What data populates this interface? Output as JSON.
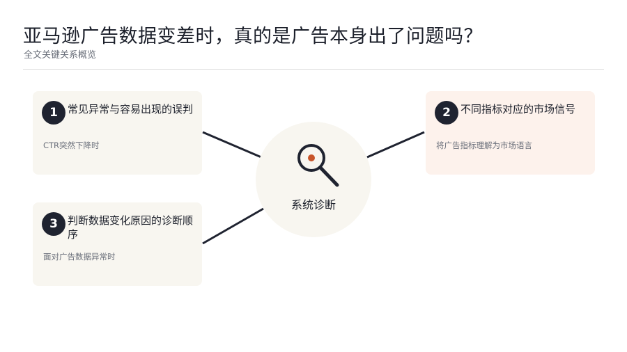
{
  "header": {
    "title": "亚马逊广告数据变差时，真的是广告本身出了问题吗？",
    "subtitle": "全文关键关系概览"
  },
  "hub": {
    "label": "系统诊断",
    "icon": "search-icon",
    "accent": "#c8552a"
  },
  "cards": [
    {
      "number": "1",
      "title": "常见异常与容易出现的误判",
      "desc": "CTR突然下降时"
    },
    {
      "number": "2",
      "title": "不同指标对应的市场信号",
      "desc": "将广告指标理解为市场语言"
    },
    {
      "number": "3",
      "title": "判断数据变化原因的诊断顺序",
      "desc": "面对广告数据异常时"
    }
  ],
  "colors": {
    "dark": "#1f2330",
    "beige": "#f8f6f0",
    "peach": "#fdf2ec"
  }
}
